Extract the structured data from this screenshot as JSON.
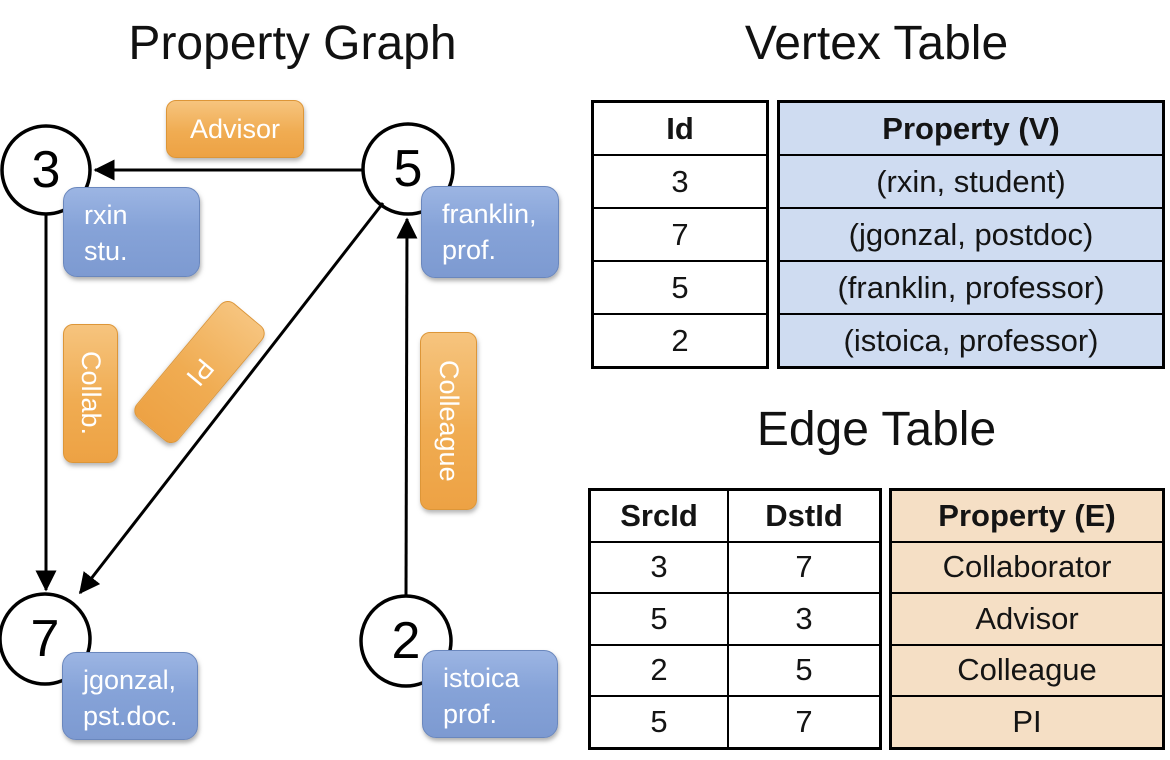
{
  "titles": {
    "graph": "Property Graph",
    "vertex": "Vertex Table",
    "edge": "Edge Table"
  },
  "graph": {
    "nodes": [
      {
        "id": "3",
        "line1": "rxin",
        "line2": "stu."
      },
      {
        "id": "5",
        "line1": "franklin,",
        "line2": "prof."
      },
      {
        "id": "7",
        "line1": "jgonzal,",
        "line2": "pst.doc."
      },
      {
        "id": "2",
        "line1": "istoica",
        "line2": "prof."
      }
    ],
    "edge_labels": {
      "advisor": "Advisor",
      "collab": "Collab.",
      "pi": "PI",
      "colleague": "Colleague"
    }
  },
  "vertex_table": {
    "headers": {
      "id": "Id",
      "property": "Property (V)"
    },
    "rows": [
      {
        "id": "3",
        "property": "(rxin, student)"
      },
      {
        "id": "7",
        "property": "(jgonzal, postdoc)"
      },
      {
        "id": "5",
        "property": "(franklin, professor)"
      },
      {
        "id": "2",
        "property": "(istoica, professor)"
      }
    ]
  },
  "edge_table": {
    "headers": {
      "src": "SrcId",
      "dst": "DstId",
      "property": "Property (E)"
    },
    "rows": [
      {
        "src": "3",
        "dst": "7",
        "property": "Collaborator"
      },
      {
        "src": "5",
        "dst": "3",
        "property": "Advisor"
      },
      {
        "src": "2",
        "dst": "5",
        "property": "Colleague"
      },
      {
        "src": "5",
        "dst": "7",
        "property": "PI"
      }
    ]
  },
  "colors": {
    "node_box_blue": "#87a3d8",
    "edge_box_orange": "#f0ac52",
    "vertex_property_bg": "#cfdcf1",
    "edge_property_bg": "#f5dfc5",
    "stroke": "#000000"
  }
}
